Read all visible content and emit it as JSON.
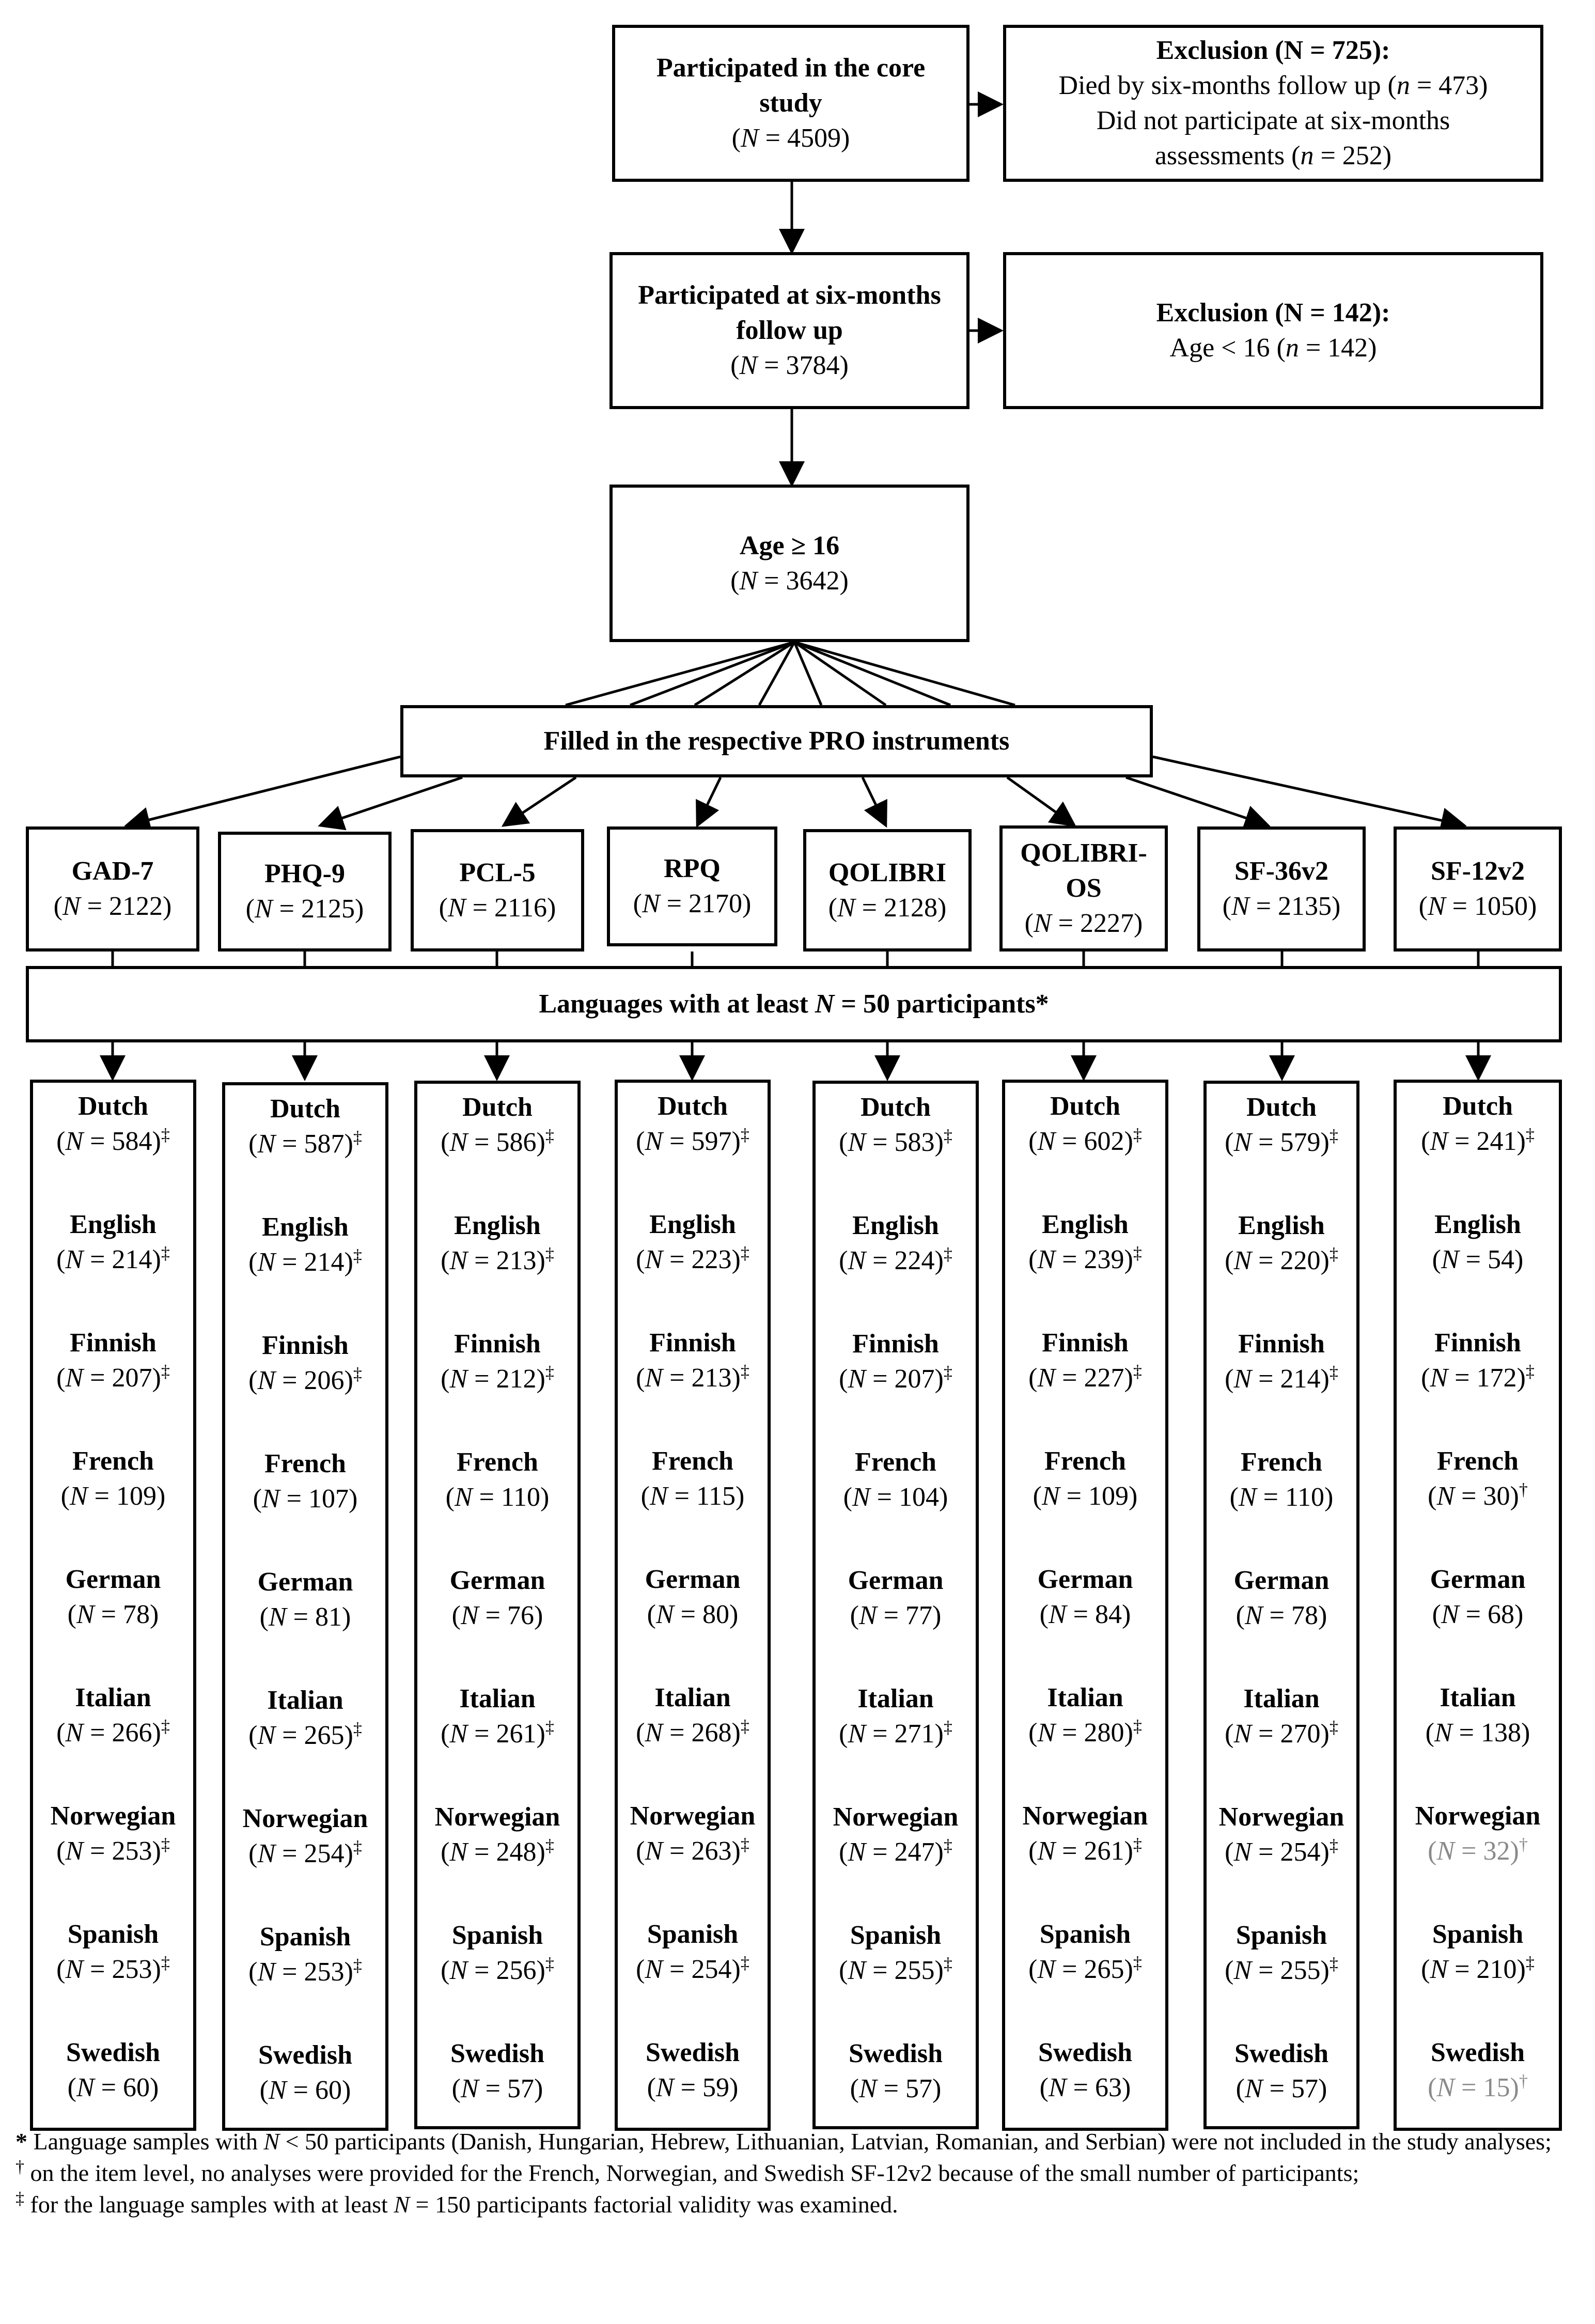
{
  "top_flow": {
    "core_study": {
      "title_line1": "Participated in the core",
      "title_line2": "study",
      "n_var": "N",
      "n_val": " = 4509"
    },
    "exclusion1": {
      "title": "Exclusion (N = 725):",
      "died_text": "Died by six-months follow up (",
      "died_var": "n",
      "died_val": " = 473)",
      "not_participate_line1": "Did not participate at six-months",
      "not_participate_text": "assessments (",
      "not_participate_var": "n",
      "not_participate_val": " = 252)"
    },
    "six_months": {
      "title_line1": "Participated at six-months",
      "title_line2": "follow up",
      "n_var": "N",
      "n_val": " = 3784"
    },
    "exclusion2": {
      "title": "Exclusion (N = 142):",
      "age_text": "Age < 16 (",
      "age_var": "n",
      "age_val": " = 142)"
    },
    "age16": {
      "title": "Age ≥ 16",
      "n_var": "N",
      "n_val": " = 3642"
    },
    "pro_filled": "Filled in the respective PRO instruments",
    "languages_banner": {
      "text": "Languages with at least ",
      "var": "N",
      "val": " = 50 participants*"
    }
  },
  "instruments": [
    {
      "name": "GAD-7",
      "n": "2122"
    },
    {
      "name": "PHQ-9",
      "n": "2125"
    },
    {
      "name": "PCL-5",
      "n": "2116"
    },
    {
      "name": "RPQ",
      "n": "2170"
    },
    {
      "name": "QOLIBRI",
      "n": "2128"
    },
    {
      "name_line1": "QOLIBRI-",
      "name_line2": "OS",
      "n": "2227"
    },
    {
      "name": "SF-36v2",
      "n": "2135"
    },
    {
      "name": "SF-12v2",
      "n": "1050"
    }
  ],
  "languages": [
    {
      "name": "Dutch",
      "values": [
        {
          "v": "584",
          "m": "‡"
        },
        {
          "v": "587",
          "m": "‡"
        },
        {
          "v": "586",
          "m": "‡"
        },
        {
          "v": "597",
          "m": "‡"
        },
        {
          "v": "583",
          "m": "‡"
        },
        {
          "v": "602",
          "m": "‡"
        },
        {
          "v": "579",
          "m": "‡"
        },
        {
          "v": "241",
          "m": "‡"
        }
      ]
    },
    {
      "name": "English",
      "values": [
        {
          "v": "214",
          "m": "‡"
        },
        {
          "v": "214",
          "m": "‡"
        },
        {
          "v": "213",
          "m": "‡"
        },
        {
          "v": "223",
          "m": "‡"
        },
        {
          "v": "224",
          "m": "‡"
        },
        {
          "v": "239",
          "m": "‡"
        },
        {
          "v": "220",
          "m": "‡"
        },
        {
          "v": "54",
          "m": ""
        }
      ]
    },
    {
      "name": "Finnish",
      "values": [
        {
          "v": "207",
          "m": "‡"
        },
        {
          "v": "206",
          "m": "‡"
        },
        {
          "v": "212",
          "m": "‡"
        },
        {
          "v": "213",
          "m": "‡"
        },
        {
          "v": "207",
          "m": "‡"
        },
        {
          "v": "227",
          "m": "‡"
        },
        {
          "v": "214",
          "m": "‡"
        },
        {
          "v": "172",
          "m": "‡"
        }
      ]
    },
    {
      "name": "French",
      "values": [
        {
          "v": "109",
          "m": ""
        },
        {
          "v": "107",
          "m": ""
        },
        {
          "v": "110",
          "m": ""
        },
        {
          "v": "115",
          "m": ""
        },
        {
          "v": "104",
          "m": ""
        },
        {
          "v": "109",
          "m": ""
        },
        {
          "v": "110",
          "m": ""
        },
        {
          "v": "30",
          "m": "†"
        }
      ]
    },
    {
      "name": "German",
      "values": [
        {
          "v": "78",
          "m": ""
        },
        {
          "v": "81",
          "m": ""
        },
        {
          "v": "76",
          "m": ""
        },
        {
          "v": "80",
          "m": ""
        },
        {
          "v": "77",
          "m": ""
        },
        {
          "v": "84",
          "m": ""
        },
        {
          "v": "78",
          "m": ""
        },
        {
          "v": "68",
          "m": ""
        }
      ]
    },
    {
      "name": "Italian",
      "values": [
        {
          "v": "266",
          "m": "‡"
        },
        {
          "v": "265",
          "m": "‡"
        },
        {
          "v": "261",
          "m": "‡"
        },
        {
          "v": "268",
          "m": "‡"
        },
        {
          "v": "271",
          "m": "‡"
        },
        {
          "v": "280",
          "m": "‡"
        },
        {
          "v": "270",
          "m": "‡"
        },
        {
          "v": "138",
          "m": ""
        }
      ]
    },
    {
      "name": "Norwegian",
      "values": [
        {
          "v": "253",
          "m": "‡"
        },
        {
          "v": "254",
          "m": "‡"
        },
        {
          "v": "248",
          "m": "‡"
        },
        {
          "v": "263",
          "m": "‡"
        },
        {
          "v": "247",
          "m": "‡"
        },
        {
          "v": "261",
          "m": "‡"
        },
        {
          "v": "254",
          "m": "‡"
        },
        {
          "v": "32",
          "m": "†",
          "grey": true
        }
      ]
    },
    {
      "name": "Spanish",
      "values": [
        {
          "v": "253",
          "m": "‡"
        },
        {
          "v": "253",
          "m": "‡"
        },
        {
          "v": "256",
          "m": "‡"
        },
        {
          "v": "254",
          "m": "‡"
        },
        {
          "v": "255",
          "m": "‡"
        },
        {
          "v": "265",
          "m": "‡"
        },
        {
          "v": "255",
          "m": "‡"
        },
        {
          "v": "210",
          "m": "‡"
        }
      ]
    },
    {
      "name": "Swedish",
      "values": [
        {
          "v": "60",
          "m": ""
        },
        {
          "v": "60",
          "m": ""
        },
        {
          "v": "57",
          "m": ""
        },
        {
          "v": "59",
          "m": ""
        },
        {
          "v": "57",
          "m": ""
        },
        {
          "v": "63",
          "m": ""
        },
        {
          "v": "57",
          "m": ""
        },
        {
          "v": "15",
          "m": "†",
          "grey": true
        }
      ]
    }
  ],
  "footnotes": {
    "note1_star": "*",
    "note1_text_a": " Language samples with ",
    "note1_var": "N",
    "note1_text_b": " < 50 participants (Danish, Hungarian, Hebrew, Lithuanian, Latvian, Romanian, and Serbian) were not included in the study analyses;",
    "note2_mark": "†",
    "note2_text": " on the item level, no analyses were provided for the French, Norwegian, and Swedish SF-12v2 because of the small number of participants;",
    "note3_mark": "‡",
    "note3_text_a": " for the language samples with at least ",
    "note3_var": "N",
    "note3_text_b": " = 150 participants factorial validity was examined."
  }
}
